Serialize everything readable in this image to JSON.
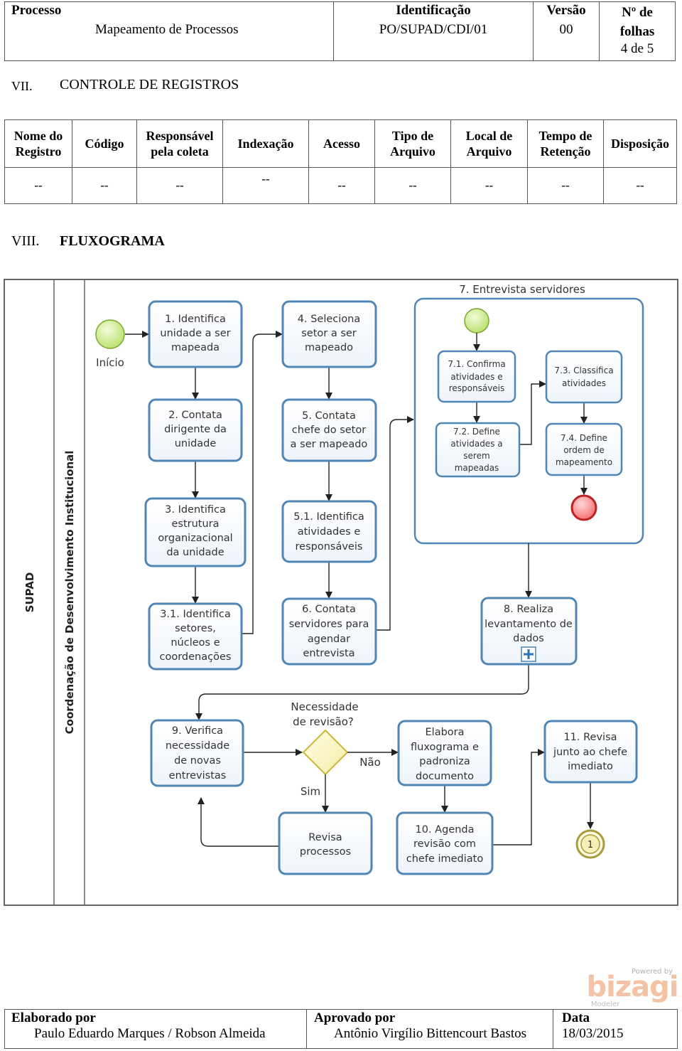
{
  "header": {
    "processo_label": "Processo",
    "processo_value": "Mapeamento de Processos",
    "identificacao_label": "Identificação",
    "identificacao_value": "PO/SUPAD/CDI/01",
    "versao_label": "Versão",
    "versao_value": "00",
    "folhas_label": "Nº de folhas",
    "folhas_value": "4 de 5"
  },
  "section7": {
    "number": "VII.",
    "title": "CONTROLE DE REGISTROS"
  },
  "registros": {
    "columns": [
      "Nome do Registro",
      "Código",
      "Responsável pela coleta",
      "Indexação",
      "Acesso",
      "Tipo de Arquivo",
      "Local de Arquivo",
      "Tempo de Retenção",
      "Disposição"
    ],
    "row": [
      "--",
      "--",
      "--",
      "--",
      "--",
      "--",
      "--",
      "--",
      "--"
    ]
  },
  "section8": {
    "number": "VIII.",
    "title": "FLUXOGRAMA"
  },
  "diagram": {
    "pool_label": "SUPAD",
    "lane_label": "Coordenação de Desenvolvimento Institucional",
    "start_label": "Início",
    "subprocess_title": "7. Entrevista servidores",
    "tasks": {
      "t1": "1. Identifica unidade a ser mapeada",
      "t2": "2. Contata dirigente da unidade",
      "t3": "3. Identifica estrutura organizacional da unidade",
      "t31": "3.1. Identifica setores, núcleos e coordenações",
      "t4": "4. Seleciona setor a ser mapeado",
      "t5": "5. Contata chefe do setor a ser mapeado",
      "t51": "5.1. Identifica atividades e responsáveis",
      "t6": "6. Contata servidores para agendar entrevista",
      "t71": "7.1. Confirma atividades e responsáveis",
      "t72": "7.2. Define atividades a serem mapeadas",
      "t73": "7.3. Classifica atividades",
      "t74": "7.4. Define ordem de mapeamento",
      "t8": "8. Realiza levantamento de dados",
      "t9": "9. Verifica necessidade de novas entrevistas",
      "t10": "10. Agenda revisão com chefe imediato",
      "t11": "11. Revisa junto ao chefe imediato",
      "elabora": "Elabora fluxograma e padroniza documento",
      "revisa": "Revisa processos"
    },
    "gateway_label": "Necessidade de revisão?",
    "no_label": "Não",
    "yes_label": "Sim",
    "link_event_label": "1"
  },
  "brand": {
    "powered_by": "Powered by",
    "name": "bizagi",
    "sub": "Modeler"
  },
  "footer": {
    "elaborado_label": "Elaborado por",
    "elaborado_value": "Paulo Eduardo Marques / Robson Almeida",
    "aprovado_label": "Aprovado por",
    "aprovado_value": "Antônio Virgílio Bittencourt Bastos",
    "data_label": "Data",
    "data_value": "18/03/2015"
  }
}
